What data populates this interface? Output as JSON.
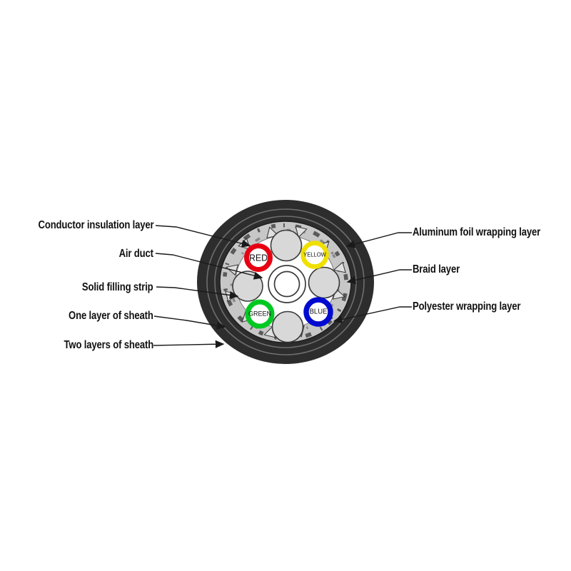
{
  "labels": {
    "left": [
      {
        "text": "Conductor insulation layer"
      },
      {
        "text": "Air duct"
      },
      {
        "text": "Solid filling strip"
      },
      {
        "text": "One layer of sheath"
      },
      {
        "text": "Two layers of sheath"
      }
    ],
    "right": [
      {
        "text": "Aluminum foil wrapping layer"
      },
      {
        "text": "Braid layer"
      },
      {
        "text": "Polyester wrapping layer"
      }
    ]
  },
  "wires": [
    {
      "name": "RED",
      "color": "#e60012"
    },
    {
      "name": "YELLOW",
      "color": "#f0e000"
    },
    {
      "name": "GREEN",
      "color": "#00c822"
    },
    {
      "name": "BLUE",
      "color": "#000bcf"
    }
  ],
  "colors": {
    "sheath": "#2d2d2d",
    "sheath_divider": "#6e6e6e",
    "braid_band": "#c7c7c7",
    "filler_circle": "#d8d8d8",
    "line": "#1a1a1a",
    "background": "#ffffff"
  }
}
